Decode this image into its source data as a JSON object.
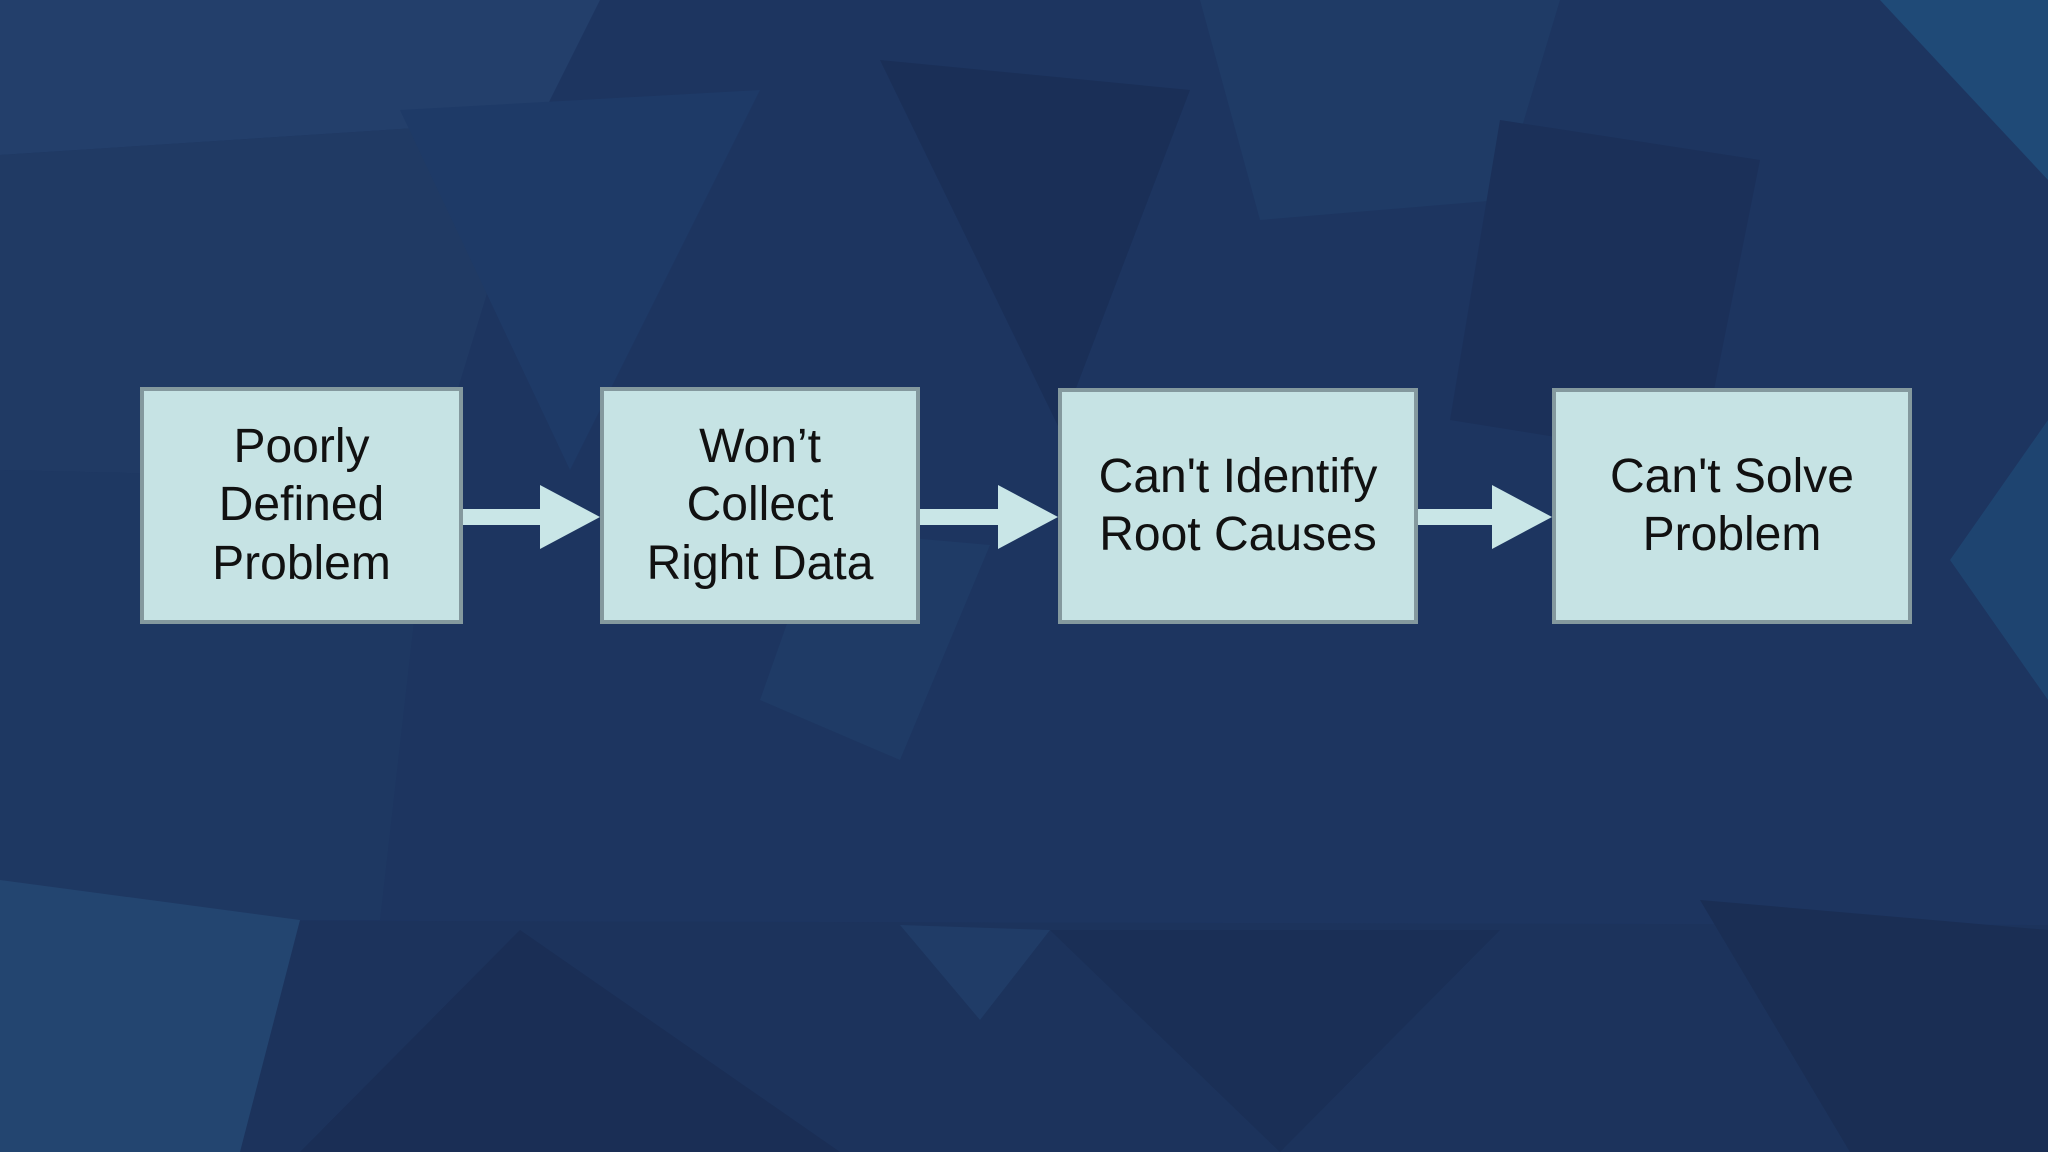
{
  "diagram": {
    "description": "Flow diagram of four boxes connected by right arrows",
    "nodes": [
      {
        "id": "poorly-defined-problem",
        "label": "Poorly\nDefined\nProblem"
      },
      {
        "id": "wont-collect-right-data",
        "label": "Won’t\nCollect\nRight Data"
      },
      {
        "id": "cant-identify-root-causes",
        "label": "Can't Identify\nRoot Causes"
      },
      {
        "id": "cant-solve-problem",
        "label": "Can't Solve\nProblem"
      }
    ],
    "connections": [
      {
        "from": "poorly-defined-problem",
        "to": "wont-collect-right-data",
        "type": "arrow-right"
      },
      {
        "from": "wont-collect-right-data",
        "to": "cant-identify-root-causes",
        "type": "arrow-right"
      },
      {
        "from": "cant-identify-root-causes",
        "to": "cant-solve-problem",
        "type": "arrow-right"
      }
    ]
  },
  "colors": {
    "bg": "#1d3560",
    "node-fill": "#c6e3e4",
    "node-border": "#84999e",
    "arrow-fill": "#c9e6e7",
    "text": "#111111"
  }
}
